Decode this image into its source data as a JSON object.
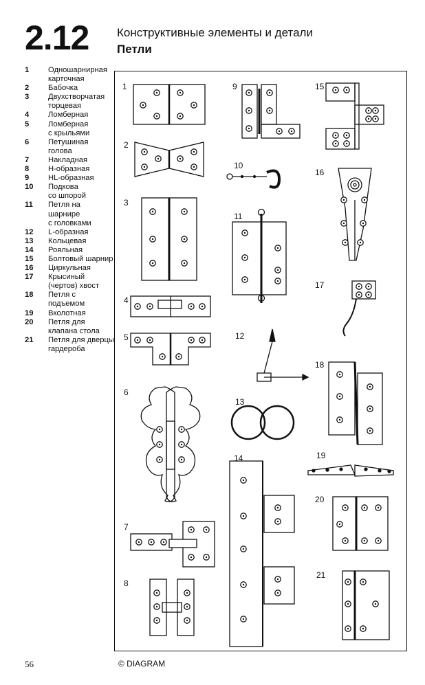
{
  "section_number": "2.12",
  "title": "Конструктивные элементы и детали",
  "subtitle": "Петли",
  "legend": [
    {
      "num": "1",
      "text": "Одношарнирная\nкарточная"
    },
    {
      "num": "2",
      "text": "Бабочка"
    },
    {
      "num": "3",
      "text": "Двухстворчатая\nторцевая"
    },
    {
      "num": "4",
      "text": "Ломберная"
    },
    {
      "num": "5",
      "text": "Ломберная\nс крыльями"
    },
    {
      "num": "6",
      "text": "Петушиная голова"
    },
    {
      "num": "7",
      "text": "Накладная"
    },
    {
      "num": "8",
      "text": "Н-образная"
    },
    {
      "num": "9",
      "text": "HL-образная"
    },
    {
      "num": "10",
      "text": "Подкова\nсо шпорой"
    },
    {
      "num": "11",
      "text": "Петля на шарнире\nс головками"
    },
    {
      "num": "12",
      "text": "L-образная"
    },
    {
      "num": "13",
      "text": "Кольцевая"
    },
    {
      "num": "14",
      "text": "Рояльная"
    },
    {
      "num": "15",
      "text": "Болтовый шарнир"
    },
    {
      "num": "16",
      "text": "Циркульная"
    },
    {
      "num": "17",
      "text": "Крысиный\n(чертов) хвост"
    },
    {
      "num": "18",
      "text": "Петля с\nподъемом"
    },
    {
      "num": "19",
      "text": "Вколотная"
    },
    {
      "num": "20",
      "text": "Петля для\nклапана стола"
    },
    {
      "num": "21",
      "text": "Петля для дверцы\nгардероба"
    }
  ],
  "figure_labels": [
    "1",
    "2",
    "3",
    "4",
    "5",
    "6",
    "7",
    "8",
    "9",
    "10",
    "11",
    "12",
    "13",
    "14",
    "15",
    "16",
    "17",
    "18",
    "19",
    "20",
    "21"
  ],
  "page_number": "56",
  "publisher": "© DIAGRAM"
}
